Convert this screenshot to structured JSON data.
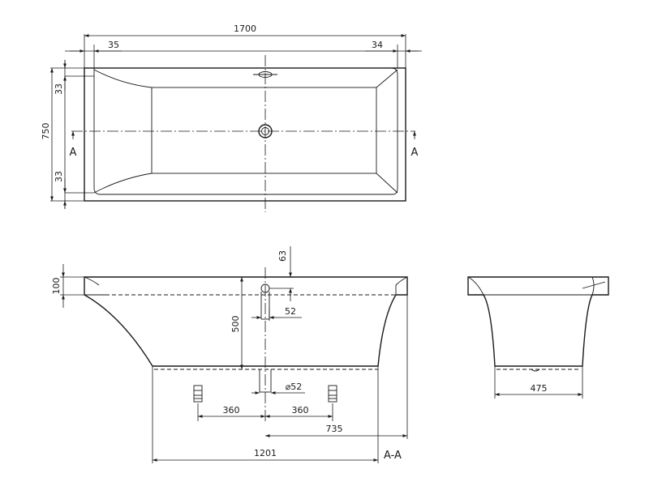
{
  "top_view": {
    "overall_length": "1700",
    "rim_left": "35",
    "rim_right": "34",
    "overall_width": "750",
    "rim_top": "33",
    "rim_bottom": "33",
    "section_mark_left": "A",
    "section_mark_right": "A"
  },
  "side_view": {
    "rim_height": "100",
    "overflow_offset": "63",
    "overflow_diameter": "52",
    "depth": "500",
    "drain_diameter": "⌀52",
    "foot_left_offset": "360",
    "foot_right_offset": "360",
    "drain_to_end": "735",
    "bottom_length": "1201",
    "section_label": "A-A"
  },
  "end_view": {
    "bottom_width": "475"
  }
}
